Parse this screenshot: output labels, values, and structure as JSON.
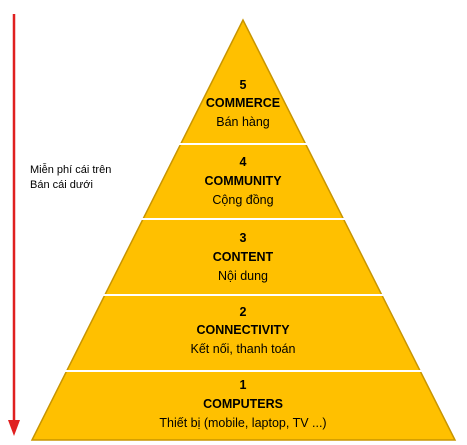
{
  "side_note": {
    "line1": "Miễn phí cái trên",
    "line2": "Bán cái dưới"
  },
  "colors": {
    "pyramid_fill": "#FFC000",
    "pyramid_stroke": "#C89500",
    "arrow": "#E02020"
  },
  "layers": [
    {
      "number": "5",
      "title": "COMMERCE",
      "subtitle": "Bán hàng"
    },
    {
      "number": "4",
      "title": "COMMUNITY",
      "subtitle": "Cộng đồng"
    },
    {
      "number": "3",
      "title": "CONTENT",
      "subtitle": "Nội dung"
    },
    {
      "number": "2",
      "title": "CONNECTIVITY",
      "subtitle": "Kết nối, thanh toán"
    },
    {
      "number": "1",
      "title": "COMPUTERS",
      "subtitle": "Thiết bị (mobile, laptop, TV ...)"
    }
  ]
}
